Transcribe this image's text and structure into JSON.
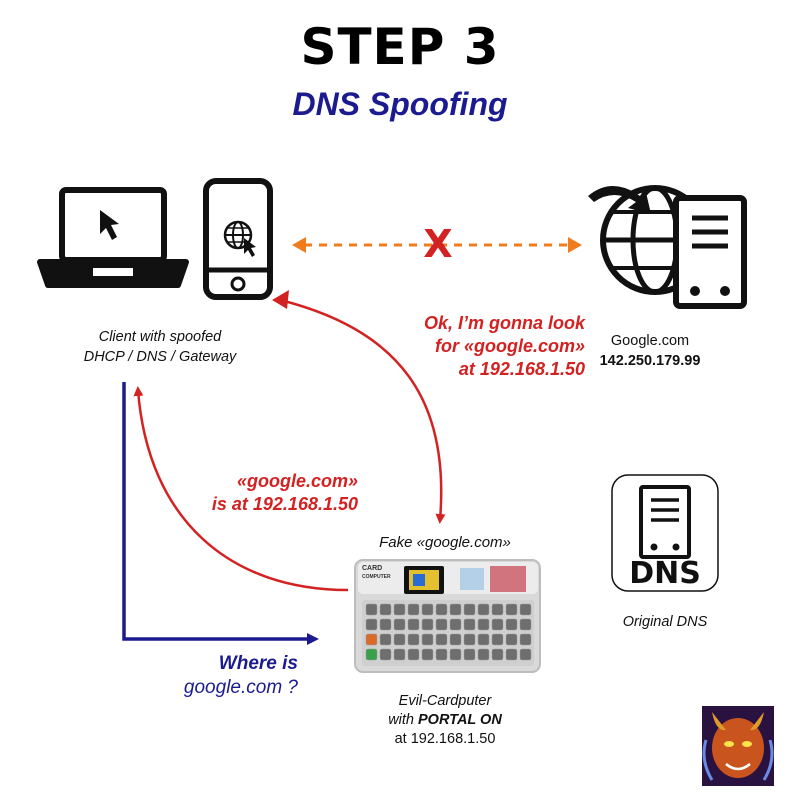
{
  "title": "STEP 3",
  "subtitle": "DNS Spoofing",
  "client": {
    "line1": "Client with spoofed",
    "line2": "DHCP / DNS / Gateway"
  },
  "google": {
    "name": "Google.com",
    "ip": "142.250.179.99"
  },
  "blocked_mark": "X",
  "red_message_1": {
    "line1": "Ok, I’m gonna look",
    "line2": "for «google.com»",
    "line3": "at 192.168.1.50"
  },
  "red_message_2": {
    "line1": "«google.com»",
    "line2": "is at 192.168.1.50"
  },
  "blue_question": {
    "line1": "Where is",
    "line2": "google.com ?"
  },
  "fake_label": "Fake «google.com»",
  "device": {
    "line1": "Evil-Cardputer",
    "line2_prefix": "with ",
    "line2_bold": "PORTAL ON",
    "line3": "at 192.168.1.50",
    "screen_text_1": "CARD",
    "screen_text_2": "COMPUTER"
  },
  "dns": {
    "icon_label": "DNS",
    "caption": "Original DNS"
  },
  "colors": {
    "red": "#d32222",
    "blue": "#1b1b8f",
    "orange": "#f07c1e",
    "black": "#111111"
  }
}
